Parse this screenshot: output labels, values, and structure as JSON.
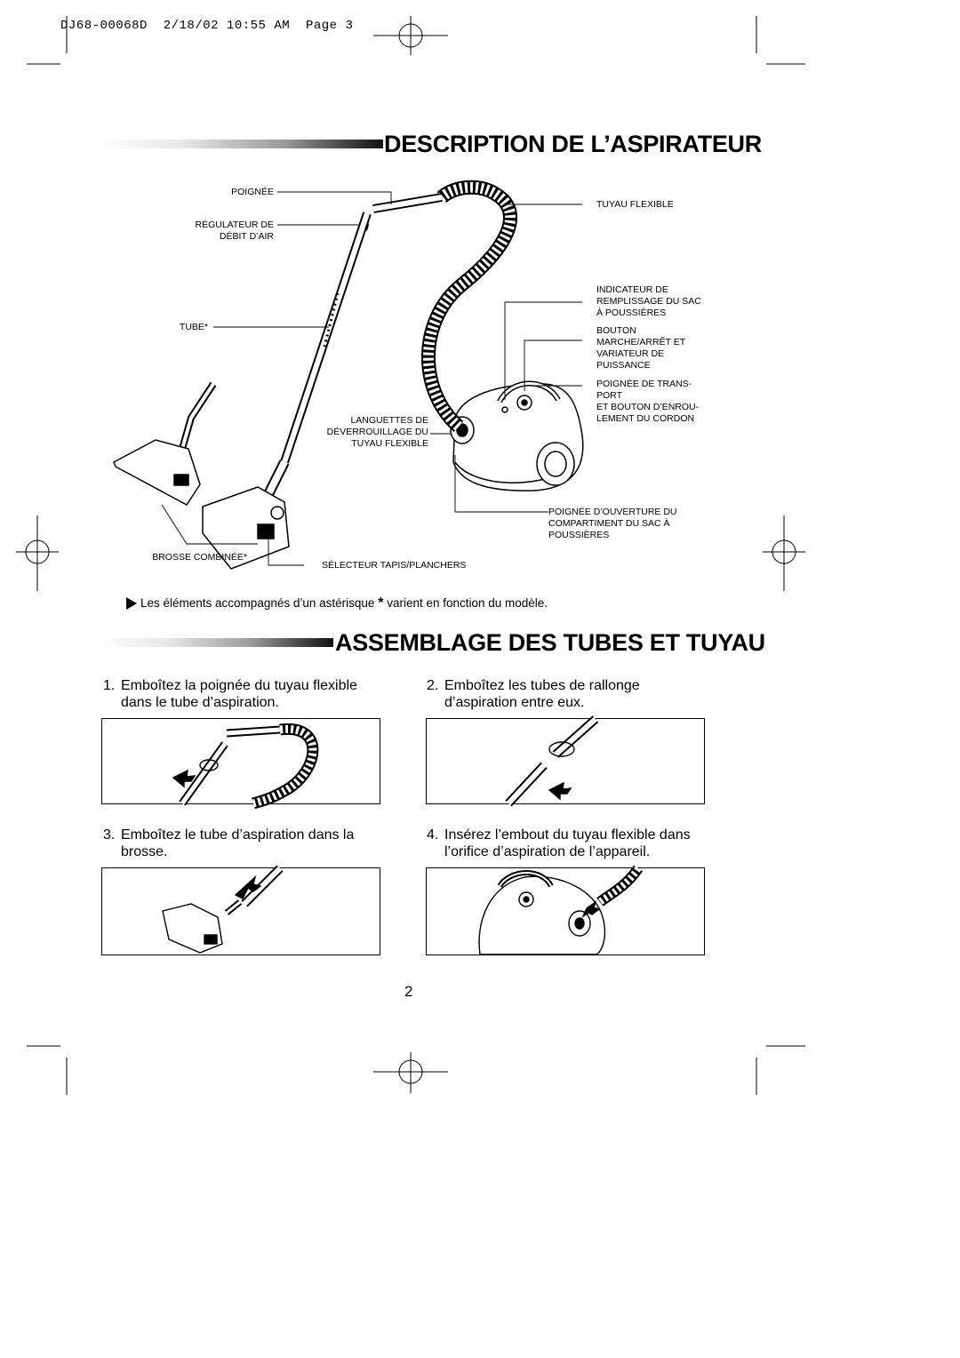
{
  "print_header": "DJ68-00068D  2/18/02 10:55 AM  Page 3",
  "section1": {
    "title": "DESCRIPTION DE L’ASPIRATEUR"
  },
  "labels": {
    "poignee": "POIGNÉE",
    "regulateur": "RÉGULATEUR DE\nDÉBIT D’AIR",
    "tube": "TUBE*",
    "languettes": "LANGUETTES DE\nDÉVERROUILLAGE DU\nTUYAU FLEXIBLE",
    "brosse": "BROSSE COMBINÉE*",
    "selecteur": "SÉLECTEUR TAPIS/PLANCHERS",
    "tuyau": "TUYAU FLEXIBLE",
    "indicateur": "INDICATEUR DE\nREMPLISSAGE DU SAC\nÀ POUSSIÈRES",
    "bouton": "BOUTON\nMARCHE/ARRÊT ET\nVARIATEUR DE\nPUISSANCE",
    "poignee_transport": "POIGNÉE DE TRANS-\nPORT\nET BOUTON D’ENROU-\nLEMENT DU CORDON",
    "poignee_ouverture": "POIGNÉE D’OUVERTURE DU\nCOMPARTIMENT DU SAC À\nPOUSSIÈRES"
  },
  "note": {
    "before": "Les éléments accompagnés d’un astérisque",
    "star": "*",
    "after": "varient en fonction du modèle."
  },
  "section2": {
    "title": "ASSEMBLAGE DES TUBES ET TUYAU"
  },
  "steps": [
    {
      "num": "1.",
      "text": "Emboîtez la poignée du tuyau flexible\ndans le tube d’aspiration."
    },
    {
      "num": "2.",
      "text": "Emboîtez les tubes de rallonge\nd’aspiration entre eux."
    },
    {
      "num": "3.",
      "text": "Emboîtez le tube d’aspiration dans la\nbrosse."
    },
    {
      "num": "4.",
      "text": "Insérez l’embout du tuyau flexible dans\nl’orifice d’aspiration de l’appareil."
    }
  ],
  "page_number": "2"
}
